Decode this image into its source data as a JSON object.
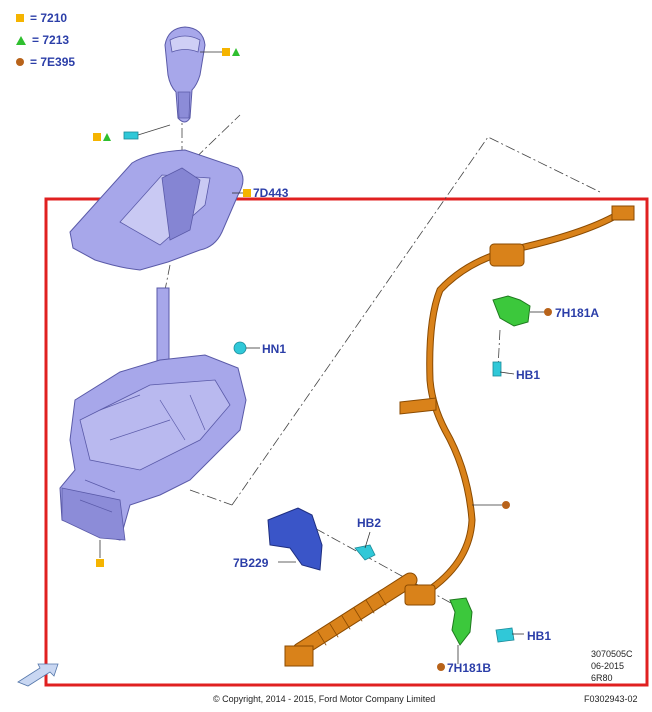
{
  "legend": [
    {
      "symbol": "square",
      "color": "#f5b400",
      "text": "= 7210"
    },
    {
      "symbol": "triangle",
      "color": "#2fbf2f",
      "text": "= 7213"
    },
    {
      "symbol": "dot",
      "color": "#b8631a",
      "text": "= 7E395"
    }
  ],
  "labels": {
    "p7d443": "7D443",
    "hn1": "HN1",
    "p7h181a": "7H181A",
    "hb1_top": "HB1",
    "hb2": "HB2",
    "p7b229": "7B229",
    "hb1_bottom": "HB1",
    "p7h181b": "7H181B"
  },
  "reference": {
    "line1": "3070505C",
    "line2": "06-2015",
    "line3": "6R80"
  },
  "footer": {
    "copyright": "© Copyright, 2014 - 2015, Ford Motor Company Limited",
    "figure_id": "F0302943-02"
  },
  "colors": {
    "frame": "#e02020",
    "label": "#2b3ea8",
    "cable": "#d9821a",
    "housing": "#9a9ae0",
    "clip": "#3cc83c",
    "fastener": "#30c8d8",
    "bracket": "#3a55c8"
  },
  "icons": [
    "orientation-arrow-icon",
    "square-symbol-icon",
    "triangle-symbol-icon",
    "dot-symbol-icon"
  ]
}
